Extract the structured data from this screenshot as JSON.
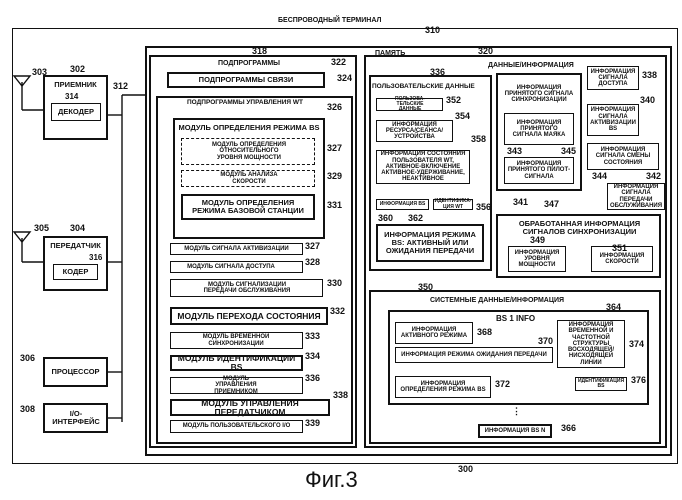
{
  "terminal": {
    "title": "БЕСПРОВОДНЫЙ ТЕРМИНАЛ",
    "ref_310": "310",
    "ref_300": "300"
  },
  "receiver": {
    "title": "ПРИЕМНИК",
    "ref": "302",
    "decoder": "ДЕКОДЕР",
    "decoder_ref": "314",
    "antenna_ref": "303"
  },
  "transmitter": {
    "title": "ПЕРЕДАТЧИК",
    "ref": "304",
    "coder": "КОДЕР",
    "coder_ref": "316",
    "antenna_ref": "305"
  },
  "bus_ref": "312",
  "processor": {
    "label": "ПРОЦЕССОР",
    "ref": "306"
  },
  "io": {
    "label": "I/O-ИНТЕРФЕЙС",
    "ref": "308"
  },
  "memory": {
    "title": "ПАМЯТЬ"
  },
  "routines": {
    "title": "ПОДПРОГРАММЫ",
    "ref": "318",
    "comm": "ПОДПРОГРАММЫ СВЯЗИ",
    "comm_ref": "322",
    "wt_title": "ПОДПРОГРАММЫ УПРАВЛЕНИЯ WT",
    "wt_ref": "324",
    "bs_mode": {
      "title": "МОДУЛЬ ОПРЕДЕЛЕНИЯ РЕЖИМА BS",
      "ref": "326",
      "rel_power": "МОДУЛЬ ОПРЕДЕЛЕНИЯ ОТНОСИТЕЛЬНОГО УРОВНЯ МОЩНОСТИ",
      "rel_power_ref": "327",
      "speed": "МОДУЛЬ АНАЛИЗА СКОРОСТИ",
      "speed_ref": "329",
      "bs_determ": "МОДУЛЬ ОПРЕДЕЛЕНИЯ РЕЖИМА БАЗОВОЙ СТАНЦИИ",
      "bs_determ_ref": "331"
    },
    "activation": "МОДУЛЬ СИГНАЛА АКТИВИЗАЦИИ",
    "activation_ref": "327",
    "access": "МОДУЛЬ СИГНАЛА ДОСТУПА",
    "access_ref": "328",
    "handoff": "МОДУЛЬ СИГНАЛИЗАЦИИ ПЕРЕДАЧИ ОБСЛУЖИВАНИЯ",
    "handoff_ref": "330",
    "state": "МОДУЛЬ ПЕРЕХОДА СОСТОЯНИЯ",
    "state_ref": "332",
    "timing": "МОДУЛЬ ВРЕМЕННОЙ СИНХРОНИЗАЦИИ",
    "timing_ref": "333",
    "bs_id": "МОДУЛЬ ИДЕНТИФИКАЦИИ BS",
    "bs_id_ref": "334",
    "rx_ctrl": "МОДУЛЬ УПРАВЛЕНИЯ ПРИЕМНИКОМ",
    "rx_ctrl_ref": "336",
    "tx_ctrl": "МОДУЛЬ УПРАВЛЕНИЯ ПЕРЕДАТЧИКОМ",
    "tx_ctrl_ref": "338",
    "user_io": "МОДУЛЬ ПОЛЬЗОВАТЕЛЬСКОГО I/O",
    "user_io_ref": "339"
  },
  "data": {
    "title": "ДАННЫЕ/ИНФОРМАЦИЯ",
    "ref": "320",
    "user": {
      "title": "ПОЛЬЗОВАТЕЛЬСКИЕ ДАННЫЕ",
      "ref": "336",
      "user_data": "ПОЛЬЗОВА-ТЕЛЬСКИЕ ДАННЫЕ",
      "user_data_ref": "352",
      "resources": "ИНФОРМАЦИЯ РЕСУРСА/СЕАНСА/ УСТРОЙСТВА",
      "resources_ref": "354",
      "state_info": "ИНФОРМАЦИЯ СОСТОЯНИЯ ПОЛЬЗОВАТЕЛЯ WT, АКТИВНОЕ-ВКЛЮЧЕНИЕ АКТИВНОЕ-УДЕРЖИВАНИЕ, НЕАКТИВНОЕ",
      "state_info_ref": "358",
      "info_bs": "ИНФОРМАЦИЯ BS",
      "info_bs_ref": "360",
      "info_wt": "ИДЕНТИФИКА-ЦИЯ WT",
      "info_wt_ref": "356",
      "bs_mode": "ИНФОРМАЦИЯ РЕЖИМА BS: АКТИВНЫЙ ИЛИ ОЖИДАНИЯ ПЕРЕДАЧИ",
      "bs_mode_ref": "362"
    },
    "sync": {
      "received": "ИНФОРМАЦИЯ ПРИНЯТОГО СИГНАЛА СИНХРОНИЗАЦИИ",
      "beacon": "ИНФОРМАЦИЯ ПРИНЯТОГО СИГНАЛА МАЯКА",
      "beacon_ref": "343",
      "pilot": "ИНФОРМАЦИЯ ПРИНЯТОГО ПИЛОТ-СИГНАЛА",
      "pilot_ref": "345",
      "ref_341": "341",
      "ref_347": "347"
    },
    "signals": {
      "access": "ИНФОРМАЦИЯ СИГНАЛА ДОСТУПА",
      "access_ref": "338",
      "activation": "ИНФОРМАЦИЯ СИГНАЛА АКТИВИЗАЦИИ BS",
      "activation_ref": "340",
      "state_change": "ИНФОРМАЦИЯ СИГНАЛА СМЕНЫ СОСТОЯНИЯ",
      "state_change_ref": "342",
      "handoff": "ИНФОРМАЦИЯ СИГНАЛА ПЕРЕДАЧИ ОБСЛУЖИВАНИЯ",
      "handoff_ref": "344"
    },
    "processed": {
      "title": "ОБРАБОТАННАЯ ИНФОРМАЦИЯ СИГНАЛОВ СИНХРОНИЗАЦИИ",
      "power": "ИНФОРМАЦИЯ УРОВНЯ МОЩНОСТИ",
      "power_ref": "349",
      "speed": "ИНФОРМАЦИЯ СКОРОСТИ",
      "speed_ref": "351"
    },
    "system": {
      "title": "СИСТЕМНЫЕ ДАННЫЕ/ИНФОРМАЦИЯ",
      "ref": "350",
      "bs1": "BS 1 INFO",
      "bs1_ref": "364",
      "active": "ИНФОРМАЦИЯ АКТИВНОГО РЕЖИМА",
      "active_ref": "368",
      "standby": "ИНФОРМАЦИЯ РЕЖИМА ОЖИДАНИЯ ПЕРЕДАЧИ",
      "standby_ref": "370",
      "structure": "ИНФОРМАЦИЯ ВРЕМЕННОЙ И ЧАСТОТНОЙ СТРУКТУРЫ ВОСХОДЯЩЕЙ/ НИСХОДЯЩЕЙ ЛИНИИ",
      "structure_ref": "374",
      "determ": "ИНФОРМАЦИЯ ОПРЕДЕЛЕНИЯ РЕЖИМА BS",
      "determ_ref": "372",
      "id_bs": "ИДЕНТИФИКАЦИЯ BS",
      "id_bs_ref": "376",
      "bsn": "ИНФОРМАЦИЯ BS N",
      "bsn_ref": "366",
      "ellipsis": "⋮"
    }
  },
  "caption": "Фиг.3"
}
